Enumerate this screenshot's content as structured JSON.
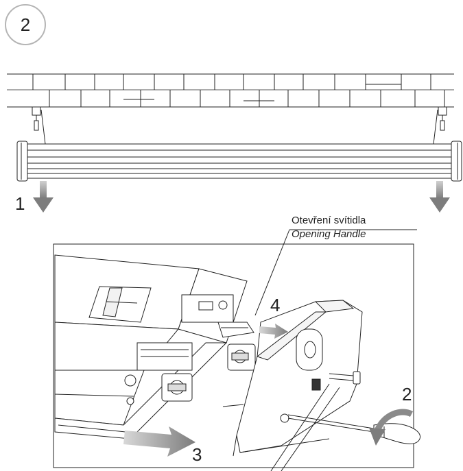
{
  "step_badge": "2",
  "labels": {
    "step1": "1",
    "step2": "2",
    "step3": "3",
    "step4": "4"
  },
  "callout": {
    "line1": "Otevření svítidla",
    "line2": "Opening Handle"
  },
  "colors": {
    "stroke": "#222222",
    "arrow": "#8a8a8a",
    "badge_ring": "#b5b5b5"
  }
}
